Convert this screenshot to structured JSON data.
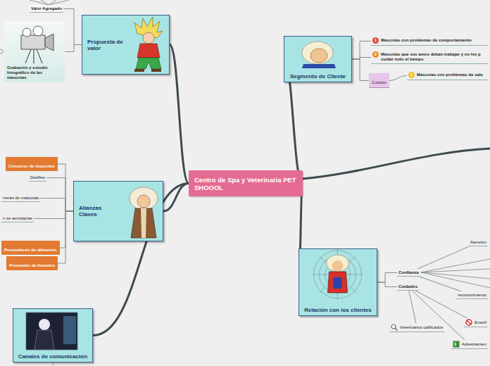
{
  "diagram": {
    "nodes": [
      {
        "text": [
          "Centro de Spa y Veterinaria PET SHOOOL"
        ]
      },
      {
        "text": [
          "Valor Agregado"
        ]
      },
      {
        "text": [
          "Grabación y estudio fotográfico de las mascotas"
        ]
      },
      {
        "text": [
          "Propuesta de valor"
        ]
      },
      {
        "text": [
          "Segmento de Cliente"
        ]
      },
      {
        "text": [
          "Mascotas con problemas de comportamiento"
        ]
      },
      {
        "text": [
          "Mascotas que sus amos deban trabajar y no los p cuidar todo el tiempo"
        ]
      },
      {
        "text": [
          "Cuidado"
        ]
      },
      {
        "text": [
          "Mascotas con problemas de salu"
        ]
      },
      {
        "text": [
          "Concurso de mascotas"
        ]
      },
      {
        "text": [
          "Desfiles"
        ]
      },
      {
        "text": [
          "rreras de mascotas"
        ]
      },
      {
        "text": [
          "n se acrobacias"
        ]
      },
      {
        "text": [
          "Alianzas Claves"
        ]
      },
      {
        "text": [
          "Proveedores de alimentos"
        ]
      },
      {
        "text": [
          "Proveedor de Insumos"
        ]
      },
      {
        "text": [
          "Relación con los clientes"
        ]
      },
      {
        "text": [
          "Atención"
        ]
      },
      {
        "text": [
          "Confianza"
        ]
      },
      {
        "text": [
          "Cuidados"
        ]
      },
      {
        "text": [
          "reconocimiento"
        ]
      },
      {
        "text": [
          "Veterinarios calificados"
        ]
      },
      {
        "text": [
          "Enseñ"
        ]
      },
      {
        "text": [
          "Adiestramien"
        ]
      },
      {
        "text": [
          "Canales de comunicación"
        ]
      }
    ],
    "edges": [
      {
        "from": 0,
        "to": 3,
        "arrow": "none"
      },
      {
        "from": 0,
        "to": 4,
        "arrow": "none"
      },
      {
        "from": 0,
        "to": 13,
        "arrow": "none"
      },
      {
        "from": 0,
        "to": 16,
        "arrow": "none"
      },
      {
        "from": 0,
        "to": 24,
        "arrow": "none"
      },
      {
        "from": 3,
        "to": 1,
        "arrow": "none"
      },
      {
        "from": 3,
        "to": 2,
        "arrow": "none"
      },
      {
        "from": 4,
        "to": 5,
        "arrow": "none"
      },
      {
        "from": 4,
        "to": 6,
        "arrow": "none"
      },
      {
        "from": 4,
        "to": 7,
        "arrow": "none"
      },
      {
        "from": 7,
        "to": 8,
        "arrow": "none"
      },
      {
        "from": 13,
        "to": 9,
        "arrow": "none"
      },
      {
        "from": 13,
        "to": 10,
        "arrow": "none"
      },
      {
        "from": 13,
        "to": 11,
        "arrow": "none"
      },
      {
        "from": 13,
        "to": 12,
        "arrow": "none"
      },
      {
        "from": 13,
        "to": 14,
        "arrow": "none"
      },
      {
        "from": 13,
        "to": 15,
        "arrow": "none"
      },
      {
        "from": 16,
        "to": 18,
        "arrow": "none"
      },
      {
        "from": 16,
        "to": 19,
        "arrow": "none"
      },
      {
        "from": 18,
        "to": 17,
        "arrow": "none"
      },
      {
        "from": 18,
        "to": 20,
        "arrow": "none"
      },
      {
        "from": 19,
        "to": 21,
        "arrow": "none"
      },
      {
        "from": 19,
        "to": 22,
        "arrow": "none"
      },
      {
        "from": 19,
        "to": 23,
        "arrow": "none"
      }
    ],
    "labels": [
      "1",
      "2",
      "3"
    ]
  }
}
